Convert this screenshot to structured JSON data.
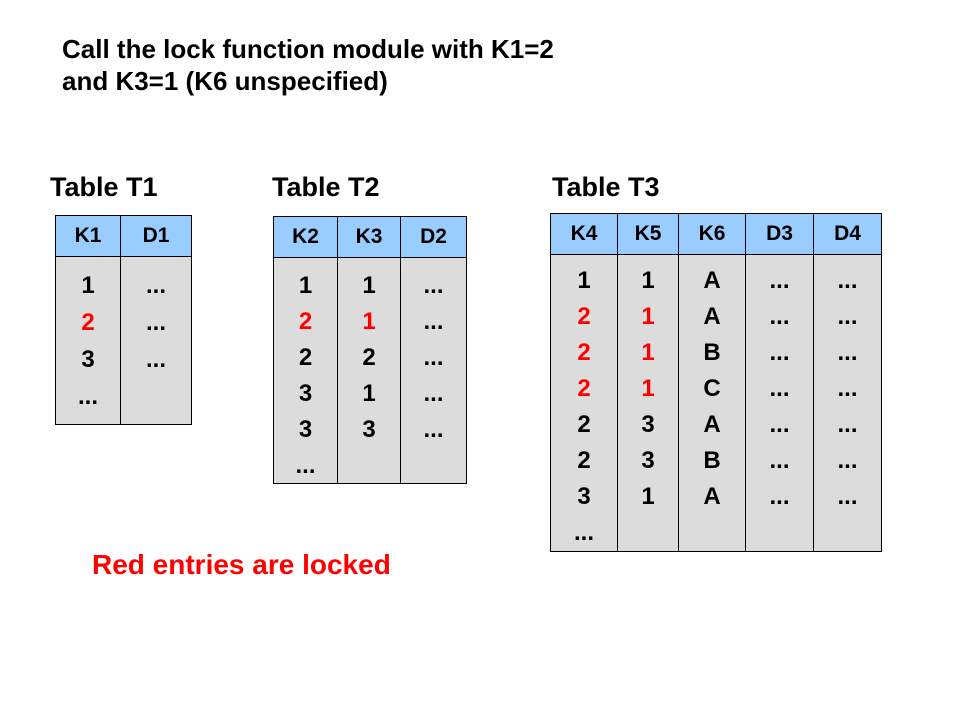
{
  "title": {
    "line1": "Call the lock function module with K1=2",
    "line2": "and K3=1 (K6 unspecified)"
  },
  "footnote": {
    "text": "Red entries are locked"
  },
  "colors": {
    "header_bg": "#99CCFF",
    "body_bg": "#DCDCDC",
    "locked_text": "#FF0000",
    "text": "#000000",
    "border": "#000000",
    "background": "#FFFFFF"
  },
  "tables": [
    {
      "name": "Table T1",
      "columns": [
        "K1",
        "D1"
      ],
      "rows": [
        [
          {
            "v": "1"
          },
          {
            "v": "..."
          }
        ],
        [
          {
            "v": "2",
            "locked": true
          },
          {
            "v": "..."
          }
        ],
        [
          {
            "v": "3"
          },
          {
            "v": "..."
          }
        ],
        [
          {
            "v": "..."
          },
          {
            "v": ""
          }
        ]
      ]
    },
    {
      "name": "Table T2",
      "columns": [
        "K2",
        "K3",
        "D2"
      ],
      "rows": [
        [
          {
            "v": "1"
          },
          {
            "v": "1"
          },
          {
            "v": "..."
          }
        ],
        [
          {
            "v": "2",
            "locked": true
          },
          {
            "v": "1",
            "locked": true
          },
          {
            "v": "..."
          }
        ],
        [
          {
            "v": "2"
          },
          {
            "v": "2"
          },
          {
            "v": "..."
          }
        ],
        [
          {
            "v": "3"
          },
          {
            "v": "1"
          },
          {
            "v": "..."
          }
        ],
        [
          {
            "v": "3"
          },
          {
            "v": "3"
          },
          {
            "v": "..."
          }
        ],
        [
          {
            "v": "..."
          },
          {
            "v": ""
          },
          {
            "v": ""
          }
        ]
      ]
    },
    {
      "name": "Table T3",
      "columns": [
        "K4",
        "K5",
        "K6",
        "D3",
        "D4"
      ],
      "rows": [
        [
          {
            "v": "1"
          },
          {
            "v": "1"
          },
          {
            "v": "A"
          },
          {
            "v": "..."
          },
          {
            "v": "..."
          }
        ],
        [
          {
            "v": "2",
            "locked": true
          },
          {
            "v": "1",
            "locked": true
          },
          {
            "v": "A"
          },
          {
            "v": "..."
          },
          {
            "v": "..."
          }
        ],
        [
          {
            "v": "2",
            "locked": true
          },
          {
            "v": "1",
            "locked": true
          },
          {
            "v": "B"
          },
          {
            "v": "..."
          },
          {
            "v": "..."
          }
        ],
        [
          {
            "v": "2",
            "locked": true
          },
          {
            "v": "1",
            "locked": true
          },
          {
            "v": "C"
          },
          {
            "v": "..."
          },
          {
            "v": "..."
          }
        ],
        [
          {
            "v": "2"
          },
          {
            "v": "3"
          },
          {
            "v": "A"
          },
          {
            "v": "..."
          },
          {
            "v": "..."
          }
        ],
        [
          {
            "v": "2"
          },
          {
            "v": "3"
          },
          {
            "v": "B"
          },
          {
            "v": "..."
          },
          {
            "v": "..."
          }
        ],
        [
          {
            "v": "3"
          },
          {
            "v": "1"
          },
          {
            "v": "A"
          },
          {
            "v": "..."
          },
          {
            "v": "..."
          }
        ],
        [
          {
            "v": "..."
          },
          {
            "v": ""
          },
          {
            "v": ""
          },
          {
            "v": ""
          },
          {
            "v": ""
          }
        ]
      ]
    }
  ]
}
